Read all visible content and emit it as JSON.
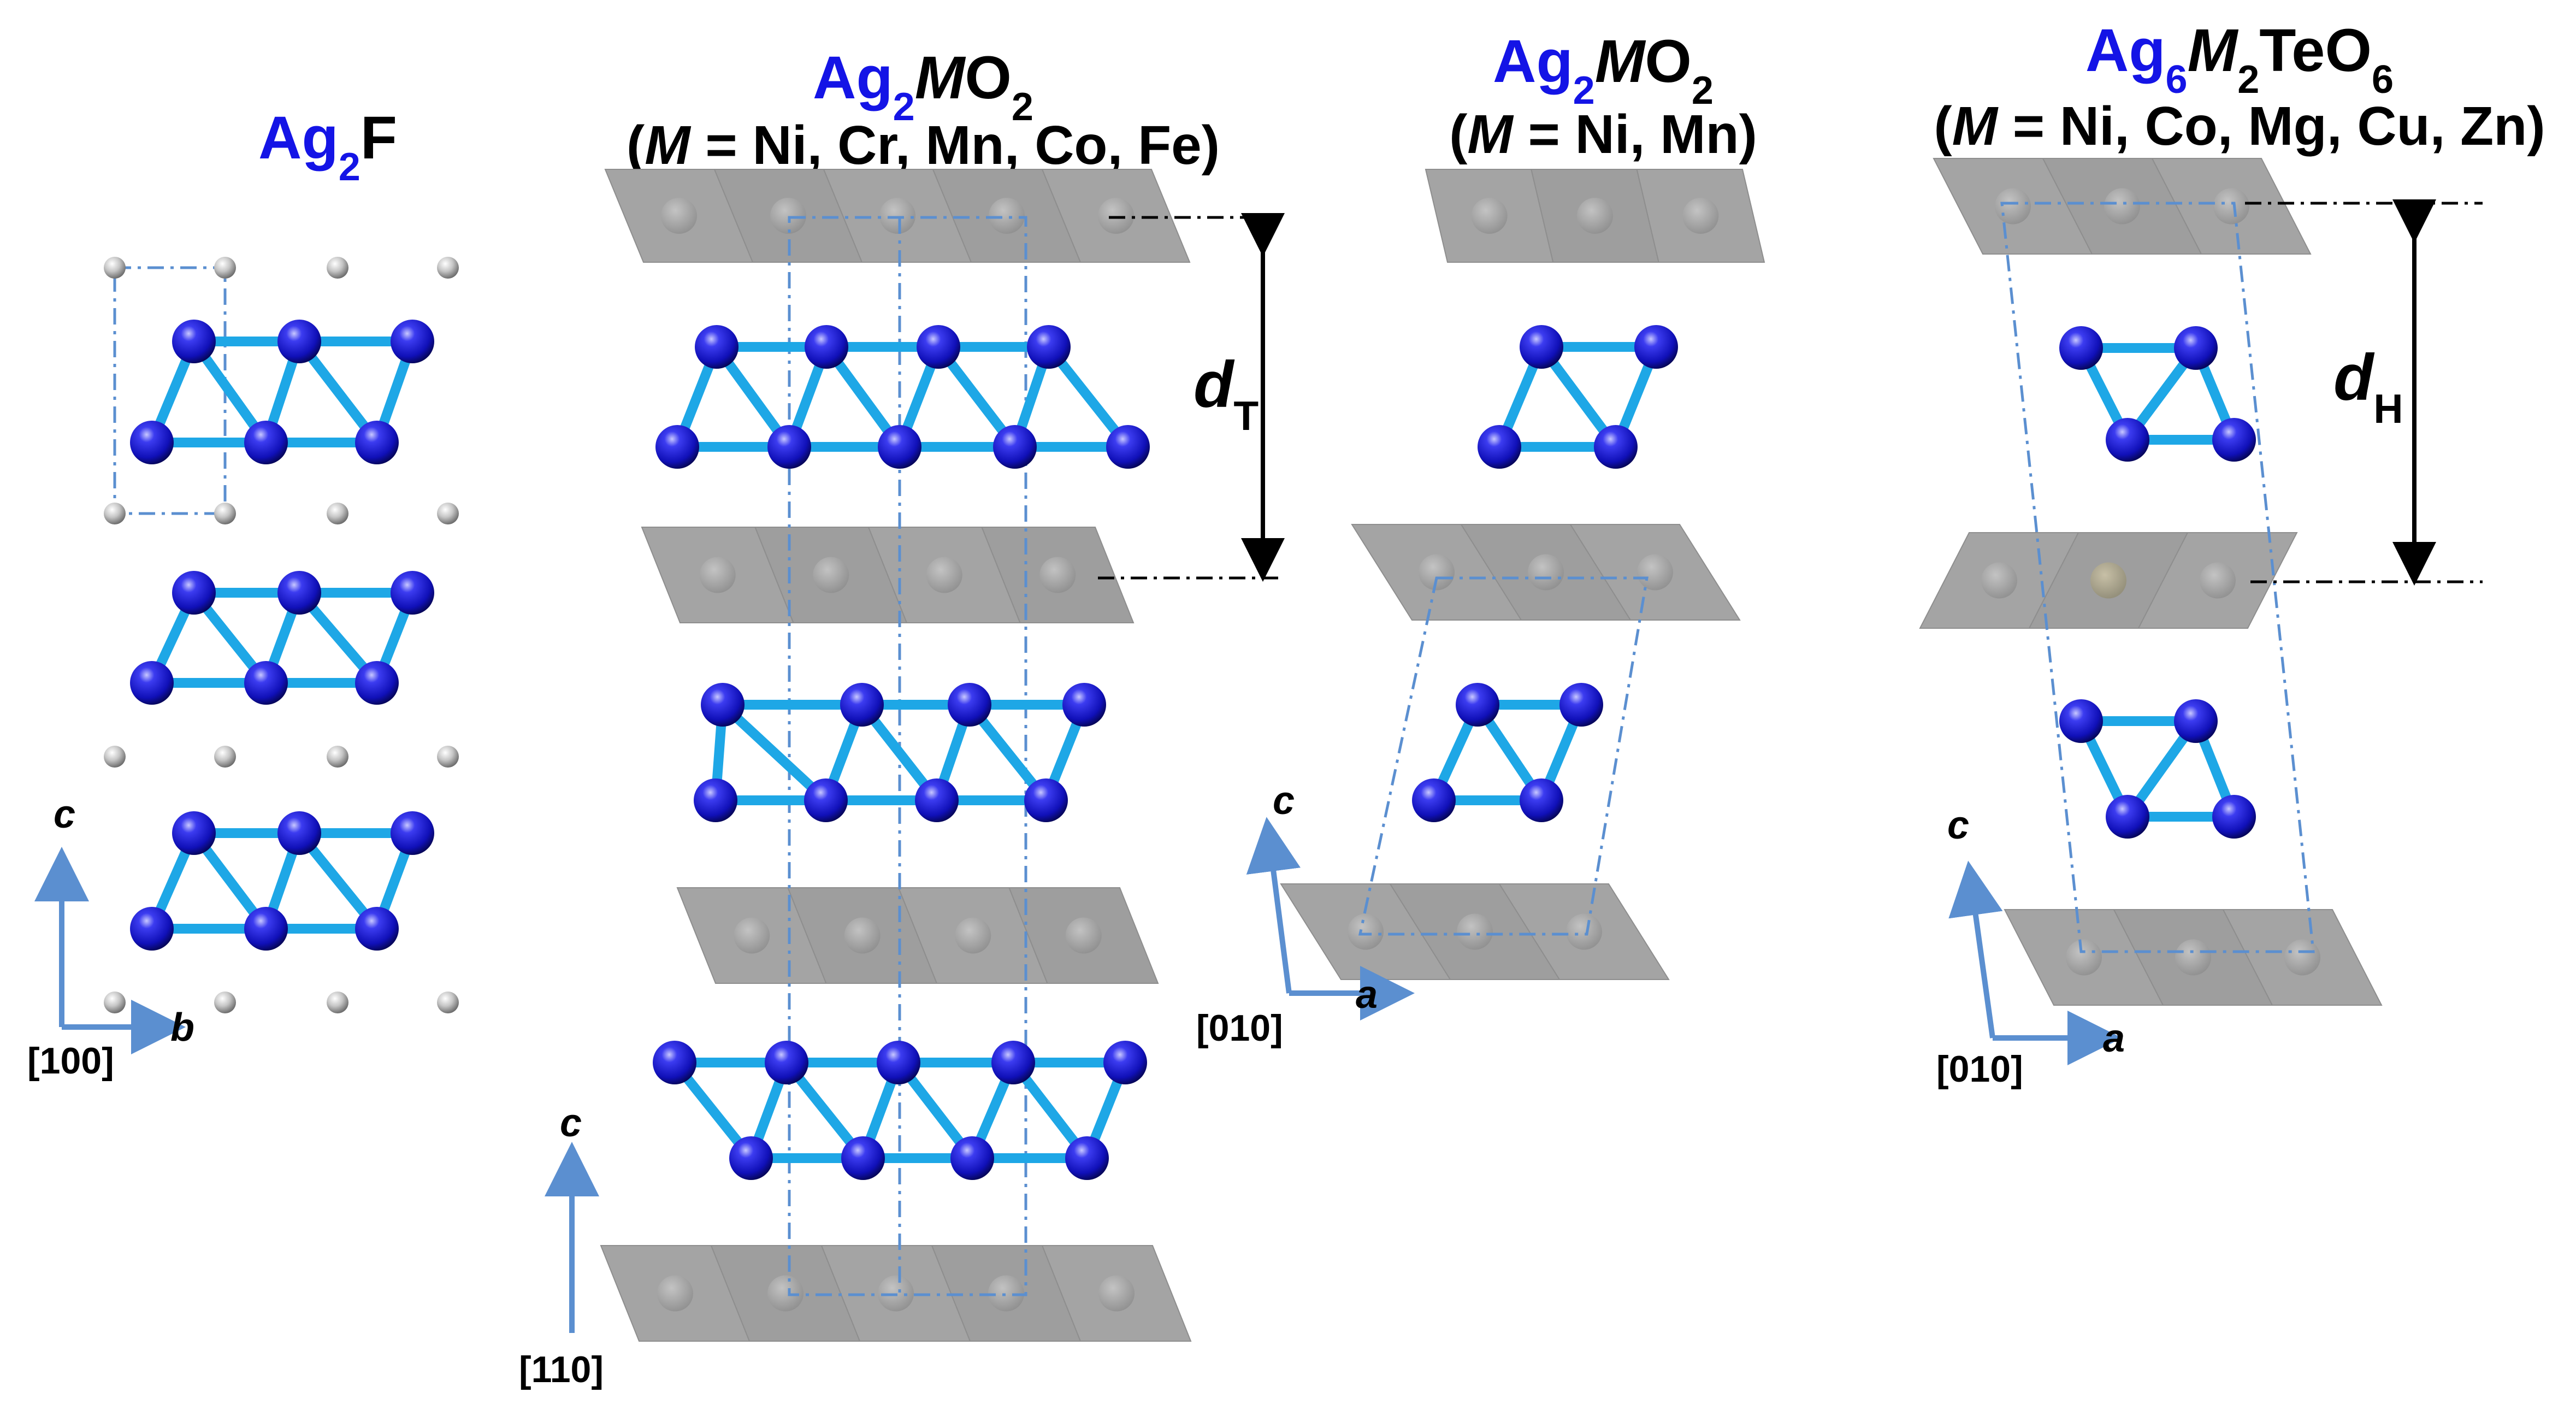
{
  "colors": {
    "silver": "#1414e6",
    "bond": "#1ea7e6",
    "layer": "#9a9a9a",
    "cell": "#5b8fd0",
    "axis": "#5b8fd0",
    "fluorine": "#c8c8c8",
    "title_blue": "#1414e6"
  },
  "panels": [
    {
      "id": "ag2f",
      "title_formula": {
        "a": "Ag",
        "a_sub": "2",
        "b": "F"
      },
      "axes": {
        "up": "c",
        "right": "b",
        "view": "[100]"
      }
    },
    {
      "id": "ag2mo2-3r",
      "title_formula": {
        "a": "Ag",
        "a_sub": "2",
        "m": "M",
        "b": "O",
        "b_sub": "2"
      },
      "title_line2": {
        "open": "(",
        "m": "M",
        "rest": " = Ni, Cr, Mn, Co, Fe)"
      },
      "spacing_label": {
        "d": "d",
        "sub": "T"
      },
      "axes": {
        "up": "c",
        "view": "[110]"
      }
    },
    {
      "id": "ag2mo2-2h",
      "title_formula": {
        "a": "Ag",
        "a_sub": "2",
        "m": "M",
        "b": "O",
        "b_sub": "2"
      },
      "title_line2": {
        "open": "(",
        "m": "M",
        "rest": " = Ni, Mn)"
      },
      "axes": {
        "up": "c",
        "right": "a",
        "view": "[010]"
      }
    },
    {
      "id": "ag6m2teo6",
      "title_formula": {
        "a": "Ag",
        "a_sub": "6",
        "m": "M",
        "m_sub": "2",
        "b": "TeO",
        "b_sub": "6"
      },
      "title_line2": {
        "open": "(",
        "m": "M",
        "rest": " = Ni, Co, Mg, Cu, Zn)"
      },
      "spacing_label": {
        "d": "d",
        "sub": "H"
      },
      "axes": {
        "up": "c",
        "right": "a",
        "view": "[010]"
      }
    }
  ]
}
